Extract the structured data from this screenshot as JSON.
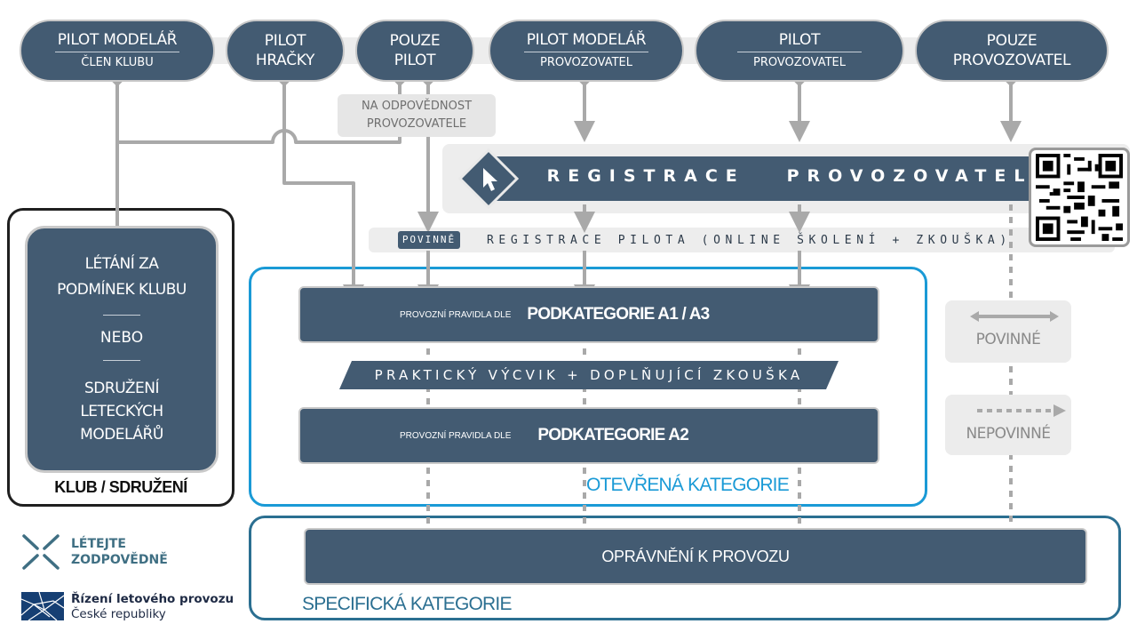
{
  "pilots": {
    "p1": {
      "line1": "PILOT MODELÁŘ",
      "line2": "ČLEN KLUBU"
    },
    "p2": {
      "line1": "PILOT",
      "line2": "HRAČKY"
    },
    "p3": {
      "line1": "POUZE",
      "line2": "PILOT"
    },
    "p4": {
      "line1": "PILOT MODELÁŘ",
      "line2": "PROVOZOVATEL"
    },
    "p5": {
      "line1": "PILOT",
      "line2": "PROVOZOVATEL"
    },
    "p6": {
      "line1": "POUZE",
      "line2": "PROVOZOVATEL"
    }
  },
  "responsibility_note": {
    "line1": "NA ODPOVĚDNOST",
    "line2": "PROVOZOVATELE"
  },
  "operator_registration": "REGISTRACE   PROVOZOVATELE",
  "pilot_registration": {
    "badge": "POVINNĚ",
    "text": "REGISTRACE PILOTA (ONLINE ŠKOLENÍ + ZKOUŠKA)"
  },
  "club": {
    "title": "KLUB / SDRUŽENÍ",
    "option1": "LÉTÁNÍ ZA PODMÍNEK KLUBU",
    "or": "NEBO",
    "option2": "SDRUŽENÍ LETECKÝCH MODELÁŘŮ"
  },
  "open_category": {
    "title": "OTEVŘENÁ KATEGORIE",
    "rules_prefix": "PROVOZNÍ PRAVIDLA DLE",
    "a1a3": "PODKATEGORIE A1 / A3",
    "training": "PRAKTICKÝ VÝCVIK + DOPLŇUJÍCÍ ZKOUŠKA",
    "a2": "PODKATEGORIE A2"
  },
  "specific_category": {
    "title": "SPECIFICKÁ KATEGORIE",
    "authorization": "OPRÁVNĚNÍ K PROVOZU"
  },
  "legend": {
    "mandatory": "POVINNÉ",
    "optional": "NEPOVINNÉ"
  },
  "branding": {
    "campaign_line1": "LÉTEJTE",
    "campaign_line2": "ZODPOVĚDNĚ",
    "org_line1": "Řízení letového provozu",
    "org_line2": "České republiky"
  },
  "colors": {
    "navy": "#435b72",
    "arrow": "#a9a9a9",
    "open_border": "#1a9ad6",
    "specific_border": "#2b6f91"
  },
  "icons": [
    "cursor-icon",
    "qr-code-icon",
    "cross-arrows-logo-icon",
    "network-logo-icon"
  ]
}
